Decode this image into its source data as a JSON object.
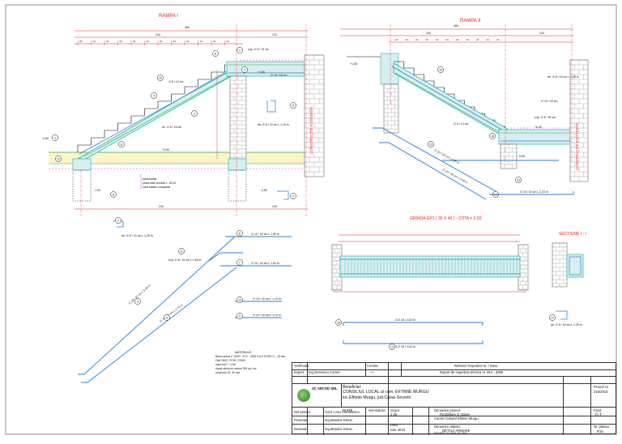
{
  "titles": {
    "ramp1": "RAMPA I",
    "ramp2": "RAMPA II",
    "beam": "GRINDA GP1 ( 30 X 40 ) - COTA = 0,50",
    "section": "SECTIUNE I - I",
    "existing1": "CONSTRUCTIE EXISTENTA",
    "existing2": "CONSTRUCTIE EXISTENTA"
  },
  "ramp1": {
    "total_dim": "454",
    "sub_dims": [
      "244",
      "124"
    ],
    "step_dims": [
      "24",
      "24",
      "24",
      "24",
      "24",
      "24",
      "24",
      "24",
      "24",
      "24",
      "24",
      "24"
    ],
    "bar_labels": [
      "∅ 8 / 12 cm",
      "sup. ∅ 8 / 15 cm",
      "etr. ∅ 8 / 15 cm",
      "∅ 10 / 15 cm",
      "etr. ∅ 8 / 15 cm L 1,25 m"
    ],
    "levels": [
      "-0,50",
      "+0,00",
      "-1,20",
      "+1,60",
      "-0,80"
    ],
    "layers": [
      "pardoseala",
      "placa slab armata C 12/15",
      "strat balast compactat"
    ],
    "markers": [
      "1",
      "2",
      "3",
      "4",
      "5",
      "6",
      "7",
      "8",
      "9",
      "10",
      "11",
      "12"
    ]
  },
  "ramp2": {
    "total_dim": "460",
    "sub_dims": [
      "244",
      "124"
    ],
    "step_dims": [
      "24",
      "24",
      "24",
      "24",
      "24",
      "24",
      "24",
      "24",
      "24",
      "24",
      "24"
    ],
    "bar_labels": [
      "etr. ∅ 8 / 15 cm L 1,25 m",
      "∅ 8 / 12 cm",
      "∅ 10 / 15 cm",
      "sup. ∅ 8 / 15 cm"
    ],
    "levels": [
      "+1,60",
      "+0,00",
      "-0,50"
    ],
    "markers": [
      "12",
      "13",
      "14",
      "15",
      "16"
    ]
  },
  "schedules": {
    "left": [
      {
        "id": "6",
        "label": "∅ 10 / 15 cm L 1,35 m"
      },
      {
        "id": "11",
        "label": "sup. ∅ 8 / 15 cm L 1,60 m"
      },
      {
        "id": "7",
        "label": "∅ 10 / 15 cm L 1,50 m"
      },
      {
        "id": "4",
        "label": "∅ 10 / 15 cm L 3,10 m"
      },
      {
        "id": "5",
        "label": "∅ 10 / 15 cm L 2,75 m"
      },
      {
        "id": "10",
        "label": "∅ 10 / 15 cm L 1,10 m"
      },
      {
        "id": "9",
        "label": "∅ 10 / 15 cm L 1,10 m"
      },
      {
        "id": "2",
        "label": "etr. ∅ 8 / 15 cm L 1,25 m"
      }
    ],
    "right": [
      {
        "id": "13",
        "label": "∅ 10 / 15 cm L 2,50 m"
      },
      {
        "id": "15",
        "label": "∅ 10 / 15 cm L 3,10 m"
      },
      {
        "id": "14",
        "label": "∅ 10 / 15 cm L 2,20 m"
      }
    ],
    "beam_bars": [
      {
        "id": "17",
        "label": "etr. ∅ 8 / 15 cm L 1,25 m"
      },
      {
        "id": "18",
        "label": "3 ∅ 16 L 4,40 m"
      },
      {
        "id": "19",
        "label": "3 ∅ 16 L 4,40 m"
      }
    ]
  },
  "materials": {
    "heading": "MATERIALE:",
    "lines": [
      "Beton armat C 16/20 - XC2 - CEM II A-S 32,5R / 0 - 16 mm",
      "Otel OB37, PC52, ST500",
      "raport A/C = 0,50",
      "dozaj minim de ciment 300 kg / mc",
      "acoperire 15, 30 mm"
    ]
  },
  "title_block": {
    "verificator_label": "Verificator",
    "expert_label": "Expert",
    "expert_name": "Ing.Grecescu Cornel",
    "cerinta_label": "Cerinta",
    "cerinta_value": "A1",
    "referat_label": "Referat / Expertiza nr. / Data",
    "raport": "Raport de expertiza tehnica nr. 814 - 2008",
    "company": "SC ARCOD SRL",
    "beneficiar_label": "Beneficiar:",
    "beneficiar_1": "CONSILIUL LOCAL al com. EFTIMIE MURGU",
    "beneficiar_2": "loc.Eftimie Murgu, jud.Caras-Severin",
    "project_no_label": "Proiect nr.",
    "project_no": "216/2010",
    "name_col": "NUME",
    "signature_col": "Semnatura",
    "scale_label": "Scara",
    "scale_value": "1:25",
    "sef_label": "Sef proiect",
    "sef_name": "Conf. Liviu Ciocarlescu",
    "proiectat_label": "Proiectat",
    "proiectat_name": "Ing.Mondoc Elena",
    "desenat_label": "Desenat",
    "desenat_name": "Ing.Mondoc Elena",
    "data_label": "Data",
    "data_value": "Iulie 2010",
    "project_name_label": "Denumire proiect:",
    "project_name_1": "Reabilitare si dotare",
    "project_name_2": "Camin Cultural Eftimie Murgu",
    "faza_label": "Faza:",
    "faza_value": "D.T.",
    "plan_label": "Denumire planse:",
    "plan_1": "DETALII ARMARE",
    "plan_2": "RAMPE SCARA SI GP1",
    "plansa_label": "Nr. plansa",
    "plansa_value": "R16"
  },
  "colors": {
    "red": "#e02222",
    "magenta": "#d63be6",
    "blue": "#2b7fd0",
    "cyan": "#20b8a8",
    "green": "#2fa83a",
    "yellow_fill": "#fbf5c9"
  }
}
